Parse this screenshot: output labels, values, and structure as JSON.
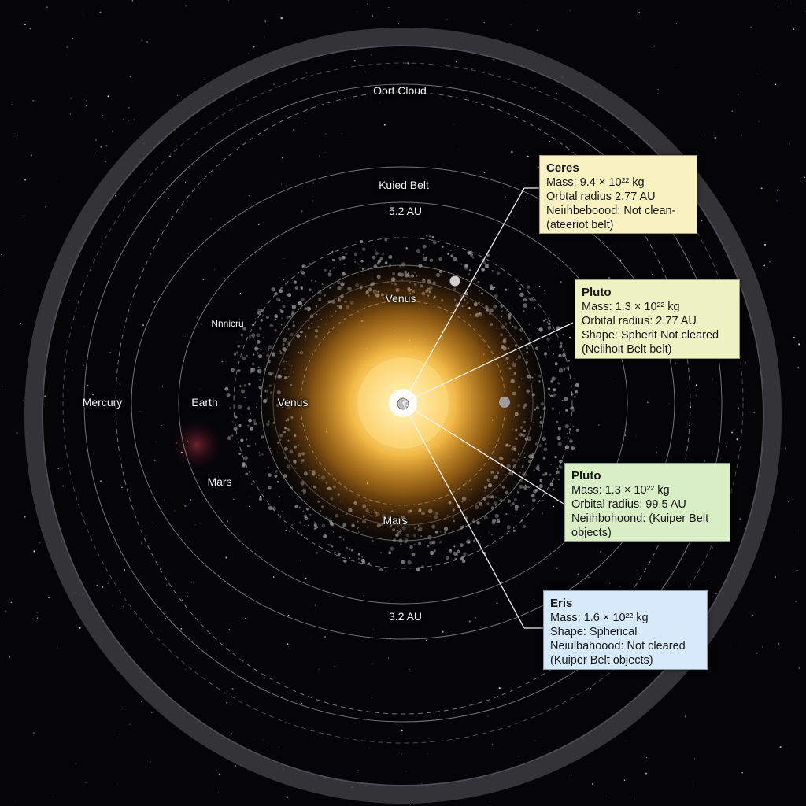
{
  "colors": {
    "background": "#050507",
    "sun_core": "#fffbe6",
    "sun_glow": "#f5a623",
    "orbit_line": "#d9d9d9",
    "card_ceres": "#f8f1c0",
    "card_pluto_1": "#eef3c4",
    "card_pluto_2": "#d8efc6",
    "card_eris": "#d7eafc"
  },
  "regions": {
    "oort_cloud": "Oort Cloud",
    "kuiper_belt": "Kuied Belt",
    "distance_top": "5.2 AU",
    "distance_bottom": "3.2 AU"
  },
  "planet_labels": {
    "venus_upper": "Venus",
    "venus_inner": "Venus",
    "mercury_misspelled": "Nnnicru",
    "mercury": "Mercury",
    "earth": "Earth",
    "mars_left": "Mars",
    "mars_lower": "Mars"
  },
  "info_cards": {
    "ceres": {
      "title": "Ceres",
      "lines": [
        "Mass: 9.4 × 10²² kg",
        "Orbtal radius 2.77 AU",
        "Neiıhbeboood: Not clean-",
        "(ateeriot belt)"
      ]
    },
    "pluto_1": {
      "title": "Pluto",
      "lines": [
        "Mass: 1.3 × 10²² kg",
        "Orbital radius: 2.77 AU",
        "Shape: Spherit Not cleared",
        "(Neiihoit Belt belt)"
      ]
    },
    "pluto_2": {
      "title": "Pluto",
      "lines": [
        "Mass: 1.3 × 10²² kg",
        "Orbital radius: 99.5 AU",
        "Neiıhbohoond: (Kuiper Belt",
        "objects)"
      ]
    },
    "eris": {
      "title": "Eris",
      "lines": [
        "Mass: 1.6 × 10²² kg",
        "Shape: Spherical",
        "Neiulbahoood: Not cleared",
        "(Kuiper Belt objects)"
      ]
    }
  }
}
